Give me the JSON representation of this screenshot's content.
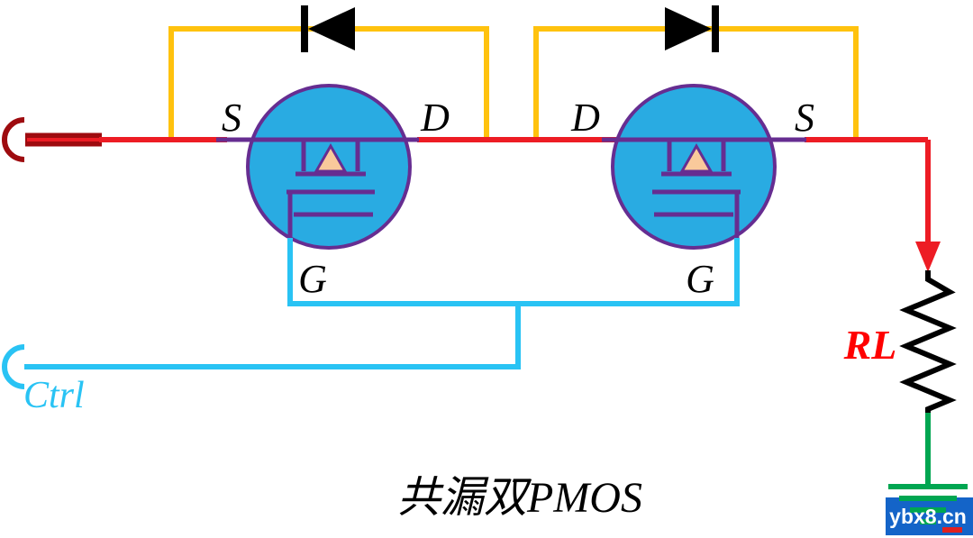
{
  "diagram": {
    "title": "共漏双PMOS",
    "watermark": "ybx8.cn",
    "control_label": "Ctrl",
    "load_label": "RL",
    "transistors": {
      "left": {
        "source_label": "S",
        "drain_label": "D",
        "gate_label": "G"
      },
      "right": {
        "drain_label": "D",
        "source_label": "S",
        "gate_label": "G"
      }
    }
  },
  "colors": {
    "wire_red": "#ED1C24",
    "connector_dark_red": "#9E0B0F",
    "wire_yellow": "#FFC20E",
    "wire_cyan": "#29C3F4",
    "symbol_purple": "#662D91",
    "transistor_fill": "#29ABE2",
    "arrow_peach": "#F9C99B",
    "ground_green": "#00A651",
    "load_label_red": "#FF0000",
    "watermark_bg": "#1464C8",
    "diode_black": "#000000"
  }
}
